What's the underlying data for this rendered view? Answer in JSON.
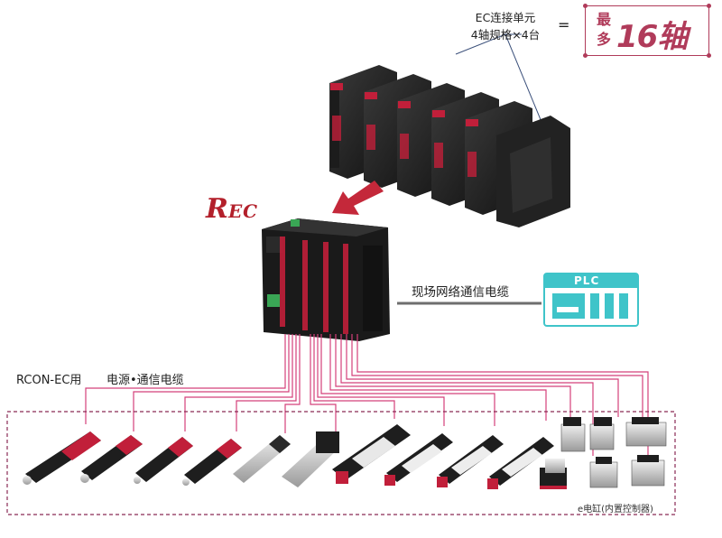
{
  "ec_unit_label": {
    "line1": "EC连接单元",
    "line2": "4轴规格×4台"
  },
  "equals_sign": "=",
  "badge": {
    "prefix": "最多",
    "main": "16轴",
    "color": "#b03b5a"
  },
  "rec_logo": {
    "text_big": "R",
    "text_small": "EC",
    "color": "#b3202b"
  },
  "field_network_label": "现场网络通信电缆",
  "plc_label": "PLC",
  "plc_color": "#3fc4c9",
  "rcon_label": "RCON-EC用",
  "power_comm_label": "电源•通信电缆",
  "ecylinder_label": "e电缸(内置控制器)",
  "cable_color": "#d4407a",
  "accent_red": "#c11f3a"
}
